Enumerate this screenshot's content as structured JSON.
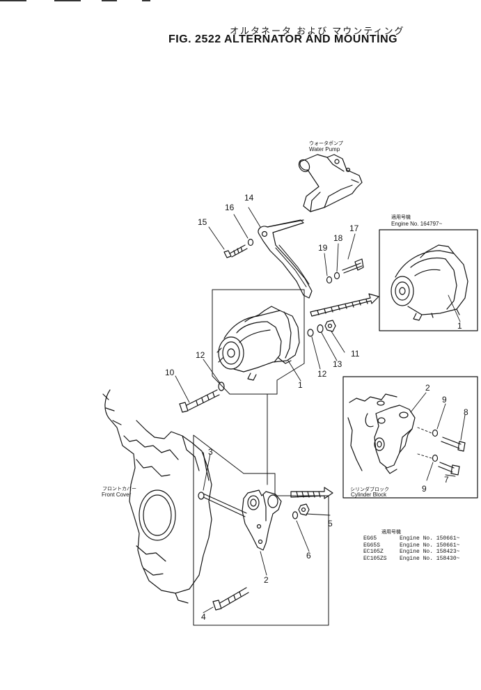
{
  "header": {
    "title_jp": "オルタネータ および マウンティング",
    "title_en": "FIG. 2522  ALTERNATOR AND MOUNTING"
  },
  "labels": {
    "water_pump_jp": "ウォータポンプ",
    "water_pump_en": "Water Pump",
    "engine_no_jp": "適用号機",
    "engine_no_en": "Engine No. 164797~",
    "front_cover_jp": "フロントカバー",
    "front_cover_en": "Front Cover",
    "cylinder_block_jp": "シリンダブロック",
    "cylinder_block_en": "Cylinder Block",
    "serial_heading_jp": "適用号機"
  },
  "serial_table": [
    {
      "model": "EG65",
      "engine": "Engine No. 150661~"
    },
    {
      "model": "EG65S",
      "engine": "Engine No. 150661~"
    },
    {
      "model": "EC105Z",
      "engine": "Engine No. 158423~"
    },
    {
      "model": "EC105ZS",
      "engine": "Engine No. 158430~"
    }
  ],
  "callouts": {
    "c1a": "1",
    "c1b": "1",
    "c2a": "2",
    "c2b": "2",
    "c3": "3",
    "c4": "4",
    "c5": "5",
    "c6": "6",
    "c7": "7",
    "c8": "8",
    "c9a": "9",
    "c9b": "9",
    "c10": "10",
    "c11": "11",
    "c12a": "12",
    "c12b": "12",
    "c13": "13",
    "c14": "14",
    "c15": "15",
    "c16": "16",
    "c17": "17",
    "c18": "18",
    "c19": "19"
  }
}
